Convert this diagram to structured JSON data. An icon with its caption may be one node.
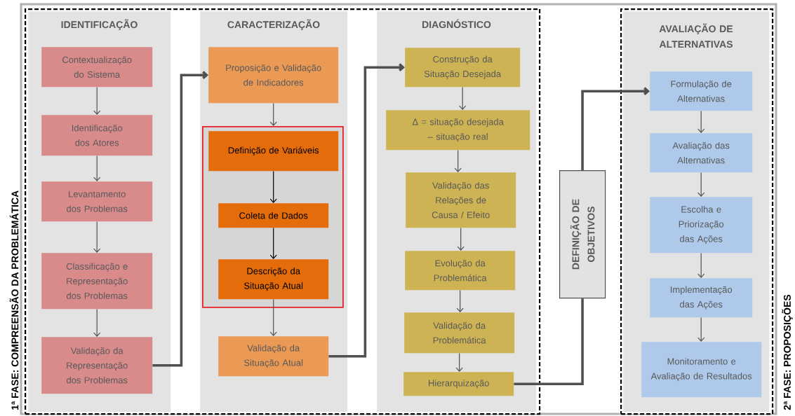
{
  "diagram": {
    "nodes": [
      {
        "text": [
          "1ª FASE: COMPREENSÃO DA PROBLEMÁTICA"
        ]
      },
      {
        "text": [
          "IDENTIFICAÇÃO"
        ],
        "in": 0
      },
      {
        "text": [
          "Contextualização do Sistema"
        ],
        "in": 1
      },
      {
        "text": [
          "Identificação dos Atores"
        ],
        "in": 1
      },
      {
        "text": [
          "Levantamento dos Problemas"
        ],
        "in": 1
      },
      {
        "text": [
          "Classificação e Representação dos Problemas"
        ],
        "in": 1
      },
      {
        "text": [
          "Validação da Representação dos Problemas"
        ],
        "in": 1
      },
      {
        "text": [
          "CARACTERIZAÇÃO"
        ],
        "in": 0
      },
      {
        "text": [
          "Proposição e Validação de Indicadores"
        ],
        "in": 7
      },
      {
        "text": [],
        "shape": "box",
        "in": 7
      },
      {
        "text": [
          "Definição de Variáveis"
        ],
        "in": 9
      },
      {
        "text": [
          "Coleta de Dados"
        ],
        "in": 9
      },
      {
        "text": [
          "Descrição da Situação Atual"
        ],
        "in": 9
      },
      {
        "text": [
          "Validação da Situação Atual"
        ],
        "in": 7
      },
      {
        "text": [
          "DIAGNÓSTICO"
        ],
        "in": 0
      },
      {
        "text": [
          "Construção da Situação Desejada"
        ],
        "in": 14
      },
      {
        "text": [
          "Δ = situação desejada – situação real"
        ],
        "in": 14
      },
      {
        "text": [
          "Validação das Relações de Causa / Efeito"
        ],
        "in": 14
      },
      {
        "text": [
          "Evolução da Problemática"
        ],
        "in": 14
      },
      {
        "text": [
          "Validação da Problemática"
        ],
        "in": 14
      },
      {
        "text": [
          "Hierarquização"
        ],
        "in": 14
      },
      {
        "text": [
          "DEFINIÇÃO DE OBJETIVOS"
        ]
      },
      {
        "text": [
          "2ª FASE: PROPOSIÇÕES"
        ]
      },
      {
        "text": [
          "AVALIAÇÃO DE ALTERNATIVAS"
        ],
        "in": 22
      },
      {
        "text": [
          "Formulação de Alternativas"
        ],
        "in": 23
      },
      {
        "text": [
          "Avaliação das Alternativas"
        ],
        "in": 23
      },
      {
        "text": [
          "Escolha e Priorização das Ações"
        ],
        "in": 23
      },
      {
        "text": [
          "Implementação das Ações"
        ],
        "in": 23
      },
      {
        "text": [
          "Monitoramento e Avaliação de Resultados"
        ],
        "in": 23
      }
    ],
    "edges": [
      {
        "from": 2,
        "to": 3,
        "arrow": "to"
      },
      {
        "from": 3,
        "to": 4,
        "arrow": "to"
      },
      {
        "from": 4,
        "to": 5,
        "arrow": "to"
      },
      {
        "from": 5,
        "to": 6,
        "arrow": "to"
      },
      {
        "from": 6,
        "to": 8,
        "arrow": "to",
        "style": "thick"
      },
      {
        "from": 8,
        "to": 9,
        "arrow": "to"
      },
      {
        "from": 10,
        "to": 11,
        "arrow": "to",
        "color": "#000000"
      },
      {
        "from": 11,
        "to": 12,
        "arrow": "to",
        "color": "#000000"
      },
      {
        "from": 12,
        "to": 13,
        "arrow": "to"
      },
      {
        "from": 13,
        "to": 15,
        "arrow": "to",
        "style": "thick"
      },
      {
        "from": 15,
        "to": 16,
        "arrow": "to"
      },
      {
        "from": 16,
        "to": 17,
        "arrow": "to"
      },
      {
        "from": 17,
        "to": 18,
        "arrow": "to"
      },
      {
        "from": 18,
        "to": 19,
        "arrow": "to"
      },
      {
        "from": 19,
        "to": 20,
        "arrow": "to"
      },
      {
        "from": 20,
        "to": 21,
        "arrow": "none",
        "style": "thick"
      },
      {
        "from": 21,
        "to": 24,
        "arrow": "to",
        "style": "thick"
      },
      {
        "from": 24,
        "to": 25,
        "arrow": "to"
      },
      {
        "from": 25,
        "to": 26,
        "arrow": "to"
      },
      {
        "from": 26,
        "to": 27,
        "arrow": "to"
      },
      {
        "from": 27,
        "to": 28,
        "arrow": "to"
      }
    ]
  }
}
